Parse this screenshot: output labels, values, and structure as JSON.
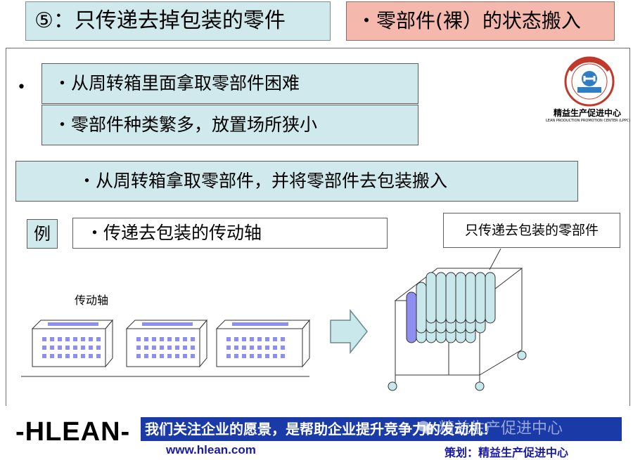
{
  "header": {
    "step_title": "⑤：只传递去掉包装的零件",
    "delivery_state": "・零部件(裸）的状态搬入"
  },
  "problems": {
    "bullet": "•",
    "items": [
      "・从周转箱里面拿取零部件困难",
      "・零部件种类繁多，放置场所狭小"
    ]
  },
  "solution": "・从周转箱拿取零部件，并将零部件去包装搬入",
  "example": {
    "tag": "例",
    "text": "・传递去包装的传动轴",
    "shaft_label": "传动轴",
    "callout": "只传递去包装的零部件"
  },
  "logo": {
    "name": "精益生产促进中心",
    "subtitle": "LEAN PRODUCTION PROMOTION CENTER (LPPC)"
  },
  "footer": {
    "brand": "-HLEAN-",
    "url": "www.hlean.com",
    "slogan": "我们关注企业的愿景，是帮助企业提升竞争力的发动机！",
    "planner": "策划：精益生产促进中心",
    "watermark": "精益生产促进中心"
  },
  "colors": {
    "box_fill": "#cfe9ec",
    "state_fill": "#f5b8ac",
    "banner": "#1a3aa8",
    "footer_text": "#1a1aa8",
    "part_dots": "#8c8ff0",
    "shaft_fill": "#c9e8ec"
  }
}
